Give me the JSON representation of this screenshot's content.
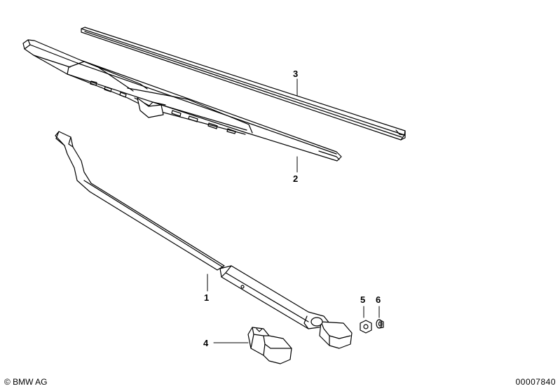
{
  "diagram": {
    "callouts": [
      {
        "id": "callout-1",
        "number": "1",
        "part": "wiper arm"
      },
      {
        "id": "callout-2",
        "number": "2",
        "part": "wiper blade"
      },
      {
        "id": "callout-3",
        "number": "3",
        "part": "wiper rubber"
      },
      {
        "id": "callout-4",
        "number": "4",
        "part": "cover cap"
      },
      {
        "id": "callout-5",
        "number": "5",
        "part": "hex nut"
      },
      {
        "id": "callout-6",
        "number": "6",
        "part": "washer"
      }
    ]
  },
  "footer": {
    "copyright": "© BMW AG",
    "diagram_number": "00007840"
  }
}
